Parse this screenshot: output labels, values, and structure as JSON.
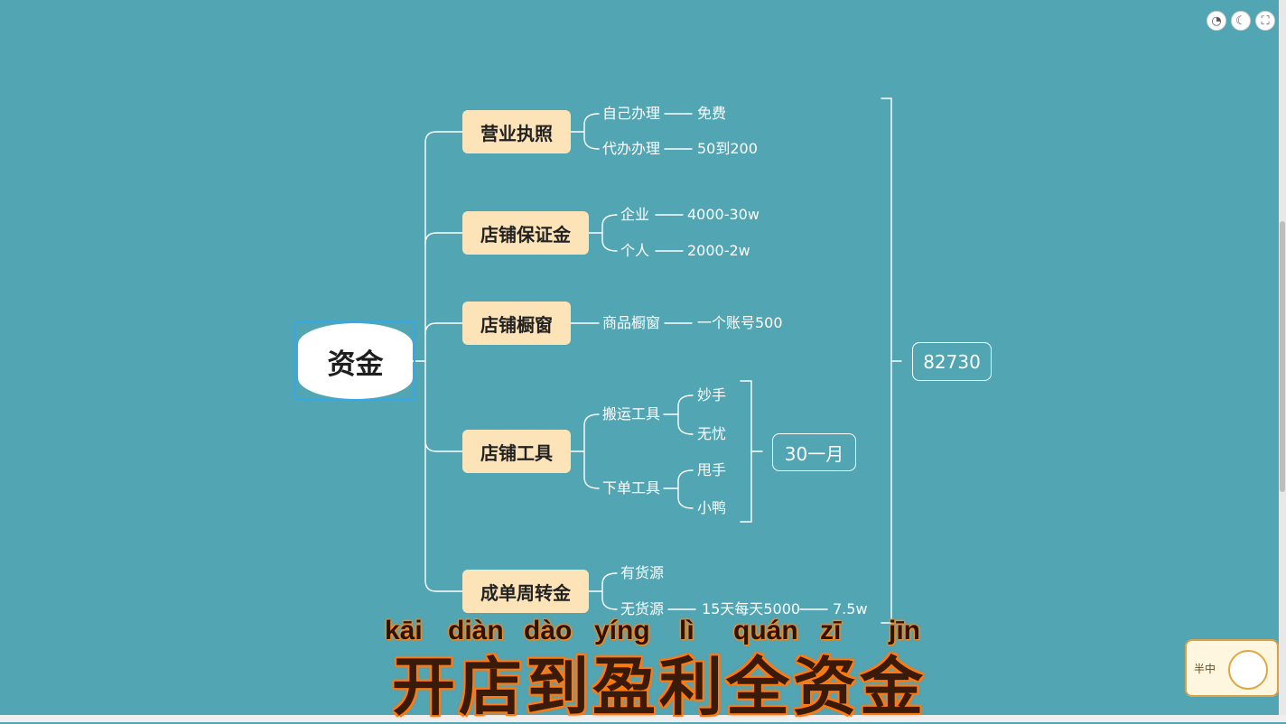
{
  "controls": [
    {
      "name": "timer-icon",
      "glyph": "◔"
    },
    {
      "name": "moon-icon",
      "glyph": "☾"
    },
    {
      "name": "fullscreen-icon",
      "glyph": "⛶"
    }
  ],
  "mindmap": {
    "root": "资金",
    "total": "82730",
    "branches": [
      {
        "label": "营业执照",
        "children": [
          {
            "label": "自己办理",
            "value": "免费"
          },
          {
            "label": "代办办理",
            "value": "50到200"
          }
        ]
      },
      {
        "label": "店铺保证金",
        "children": [
          {
            "label": "企业",
            "value": "4000-30w"
          },
          {
            "label": "个人",
            "value": "2000-2w"
          }
        ]
      },
      {
        "label": "店铺橱窗",
        "children": [
          {
            "label": "商品橱窗",
            "value": "一个账号500"
          }
        ]
      },
      {
        "label": "店铺工具",
        "summary": "30一月",
        "children": [
          {
            "label": "搬运工具",
            "items": [
              "妙手",
              "无忧"
            ]
          },
          {
            "label": "下单工具",
            "items": [
              "甩手",
              "小鸭"
            ]
          }
        ]
      },
      {
        "label": "成单周转金",
        "children": [
          {
            "label": "有货源"
          },
          {
            "label": "无货源",
            "value": "15天每天5000",
            "value2": "7.5w"
          }
        ]
      }
    ]
  },
  "caption": {
    "pinyin": [
      "kāi",
      "diàn",
      "dào",
      "yíng",
      "lì",
      "quán",
      "zī",
      "jīn"
    ],
    "text": "开店到盈利全资金"
  },
  "mascot": {
    "text": "半中"
  },
  "colors": {
    "background": "#52a5b3",
    "branch": "#fde3b8",
    "selection": "#34a8e8"
  }
}
